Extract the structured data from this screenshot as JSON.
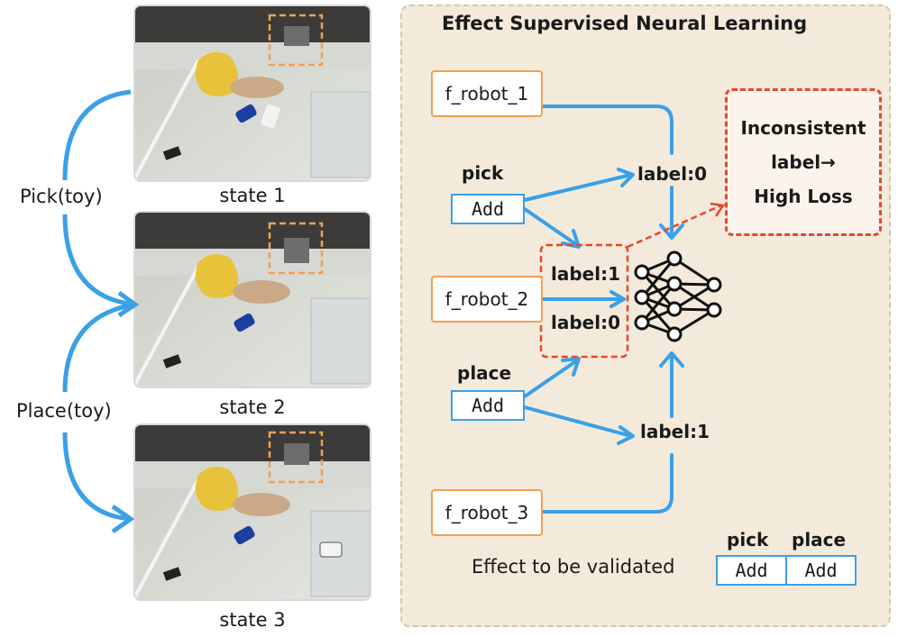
{
  "left_column": {
    "states": [
      {
        "label": "state 1"
      },
      {
        "label": "state 2"
      },
      {
        "label": "state 3"
      }
    ],
    "actions": [
      {
        "label": "Pick(toy)"
      },
      {
        "label": "Place(toy)"
      }
    ]
  },
  "panel": {
    "title": "Effect Supervised Neural Learning",
    "robots": [
      "f_robot_1",
      "f_robot_2",
      "f_robot_3"
    ],
    "pick_group": {
      "label": "pick",
      "add": "Add"
    },
    "place_group": {
      "label": "place",
      "add": "Add"
    },
    "labels": {
      "top": "label:0",
      "inner_1": "label:1",
      "inner_0": "label:0",
      "bottom": "label:1"
    },
    "result": {
      "line1": "Inconsistent",
      "line2": "label→",
      "line3": "High Loss"
    },
    "legend": {
      "caption": "Effect to be validated",
      "pick_label": "pick",
      "place_label": "place",
      "pick_add": "Add",
      "place_add": "Add"
    }
  },
  "colors": {
    "arrow_blue": "#3aa0e8",
    "robot_orange": "#f0a052",
    "loss_red": "#e8472a",
    "panel_bg": "#f3eadc"
  }
}
